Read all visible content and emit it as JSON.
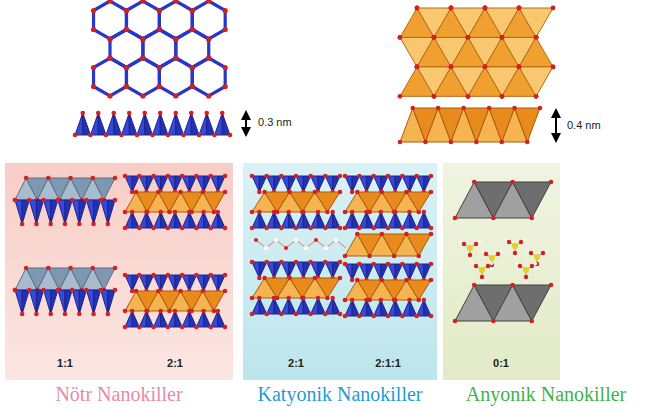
{
  "diagram": {
    "nodes": [
      {
        "text": [
          "Nötr Nanokiller"
        ]
      },
      {
        "text": [
          "Katyonik Nanokiller"
        ]
      },
      {
        "text": [
          "Anyonik Nanokiller"
        ]
      }
    ],
    "labels": [
      "0.3 nm",
      "0.4 nm",
      "1:1",
      "2:1",
      "2:1",
      "2:1:1",
      "0:1"
    ]
  }
}
